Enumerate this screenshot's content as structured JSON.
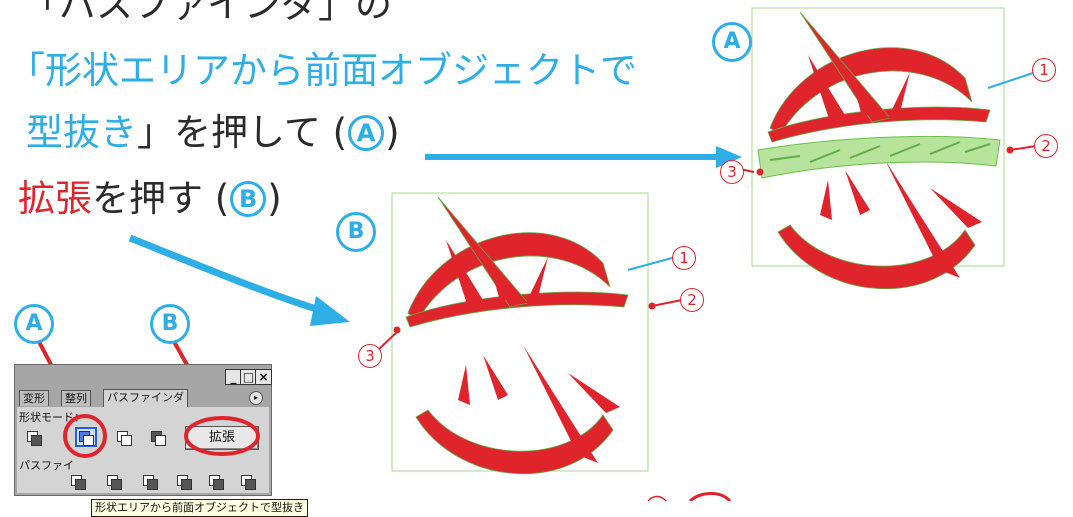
{
  "instructions": {
    "line1": "「パスファインダ」の",
    "line2": "「形状エリアから前面オブジェクトで",
    "line3_blue": "型抜き",
    "line3_rest": "」を押して (",
    "line3_close": ")",
    "line4_red": "拡張",
    "line4_rest": "を押す (",
    "line4_close": ")"
  },
  "markers": {
    "a": "A",
    "b": "B",
    "n1": "1",
    "n2": "2",
    "n3": "3"
  },
  "panel": {
    "close_box": "×",
    "tabs": [
      "変形",
      "整列",
      "パスファインダ"
    ],
    "shape_modes_label": "形状モード：",
    "expand_label": "拡張",
    "pathfinder_label": "パスファイ",
    "tooltip": "形状エリアから前面オブジェクトで型抜き"
  },
  "colors": {
    "accent_blue": "#2eaee6",
    "accent_red": "#e0242c",
    "guide_green": "#8fd16b",
    "emblem_red": "#e0242c"
  }
}
